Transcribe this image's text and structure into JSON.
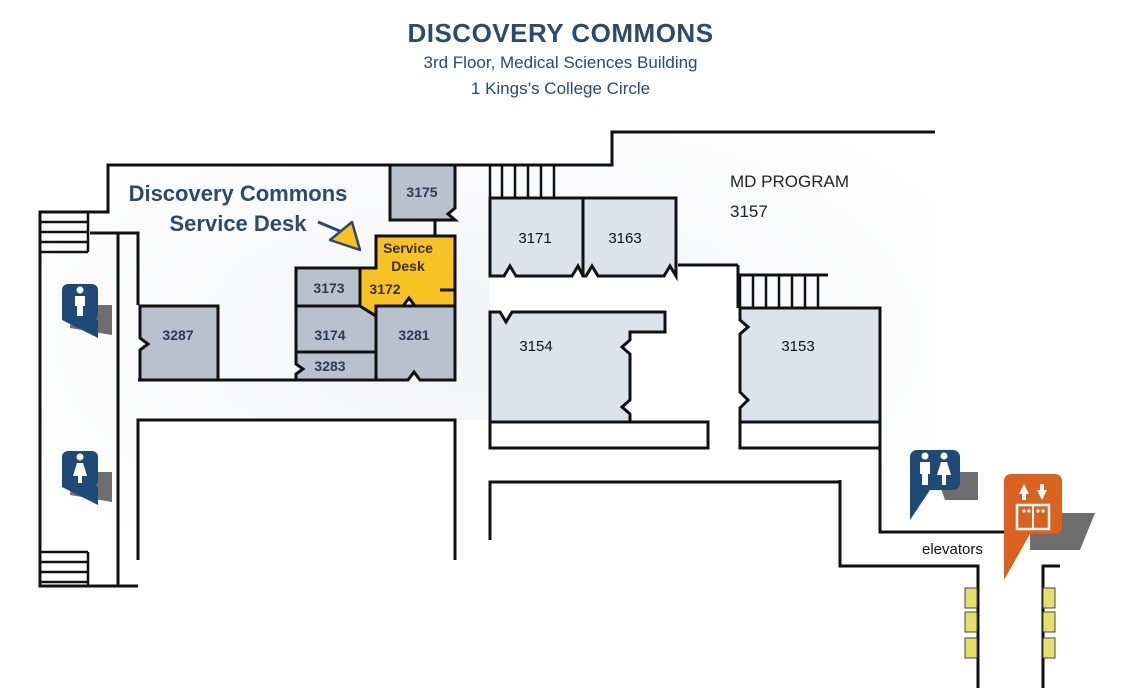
{
  "header": {
    "title": "DISCOVERY COMMONS",
    "subtitle_1": "3rd Floor, Medical Sciences Building",
    "subtitle_2": "1 Kings’s College Circle"
  },
  "callout": {
    "line_1": "Discovery Commons",
    "line_2": "Service Desk"
  },
  "desk": {
    "line_1": "Service",
    "line_2": "Desk",
    "room": "3172"
  },
  "rooms": {
    "r3175": "3175",
    "r3173": "3173",
    "r3174": "3174",
    "r3283": "3283",
    "r3281": "3281",
    "r3287": "3287",
    "r3171": "3171",
    "r3163": "3163",
    "r3154": "3154",
    "r3153": "3153"
  },
  "area": {
    "name": "MD PROGRAM",
    "number": "3157"
  },
  "elevators": {
    "label": "elevators"
  },
  "icons": {
    "mens": "mens-washroom-icon",
    "womens": "womens-washroom-icon",
    "washroom": "washroom-icon",
    "elevator": "elevator-icon"
  },
  "colors": {
    "title": "#2a4a6e",
    "room_fill": "#b9c1cf",
    "room_light": "#dde3ec",
    "desk_yellow": "#f6c323",
    "icon_blue": "#1e4a75",
    "elevator_orange": "#d9621f",
    "elevator_block": "#e6e06a"
  }
}
